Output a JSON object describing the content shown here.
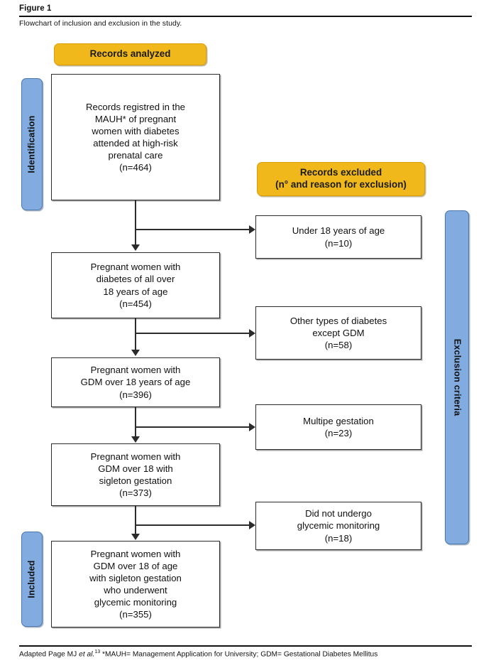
{
  "figure": {
    "label": "Figure 1",
    "caption": "Flowchart of inclusion and exclusion in the study."
  },
  "footnote": {
    "prefix": "Adapted Page MJ ",
    "italic": "et al.",
    "superscript": "13",
    "suffix": " *MAUH= Management Application for University; GDM= Gestational Diabetes Mellitus"
  },
  "colors": {
    "banner_fill": "#f0b81b",
    "stagebar_fill": "#82ace0",
    "line": "#2b2b2b",
    "node_fill": "#ffffff"
  },
  "stage_bars": [
    {
      "id": "identification",
      "label": "Identification"
    },
    {
      "id": "included",
      "label": "Included"
    },
    {
      "id": "exclusion-criteria",
      "label": "Exclusion criteria"
    }
  ],
  "banners": [
    {
      "id": "records-analyzed",
      "text": "Records analyzed"
    },
    {
      "id": "records-excluded",
      "text": "Records excluded\n(n° and reason for exclusion)"
    }
  ],
  "flow_nodes": [
    {
      "id": "records-registered",
      "text": "Records registred in the\nMAUH* of pregnant\nwomen with diabetes\nattended at high-risk\nprenatal care\n(n=464)",
      "n": 464
    },
    {
      "id": "diabetes-over-18",
      "text": "Pregnant women with\ndiabetes of all over\n18 years of age\n(n=454)",
      "n": 454
    },
    {
      "id": "gdm-over-18",
      "text": "Pregnant women with\nGDM over 18 years of age\n(n=396)",
      "n": 396
    },
    {
      "id": "gdm-singleton",
      "text": "Pregnant women with\nGDM over 18 with\nsigleton gestation\n(n=373)",
      "n": 373
    },
    {
      "id": "final-included",
      "text": "Pregnant women with\nGDM over 18 of age\nwith sigleton gestation\nwho underwent\nglycemic monitoring\n(n=355)",
      "n": 355
    }
  ],
  "exclusion_nodes": [
    {
      "id": "under-18",
      "text": "Under 18 years of age\n(n=10)",
      "n": 10
    },
    {
      "id": "other-diabetes",
      "text": "Other types of diabetes\nexcept GDM\n(n=58)",
      "n": 58
    },
    {
      "id": "multiple-gestation",
      "text": "Multipe gestation\n(n=23)",
      "n": 23
    },
    {
      "id": "no-glycemic-monitoring",
      "text": "Did not undergo\nglycemic monitoring\n(n=18)",
      "n": 18
    }
  ]
}
